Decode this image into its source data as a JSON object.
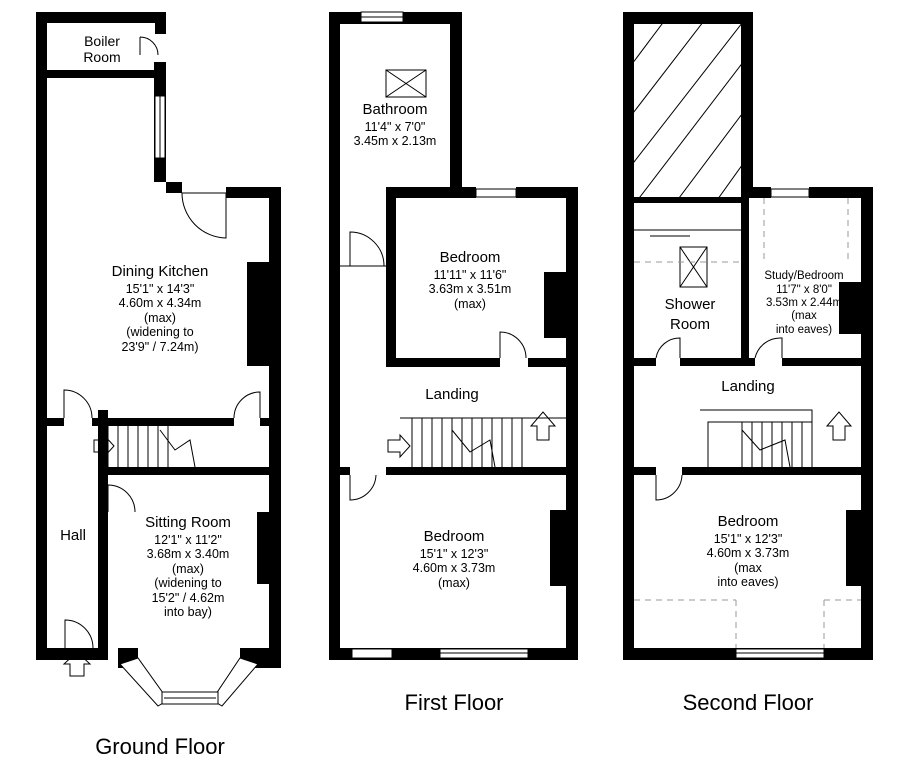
{
  "floors": {
    "ground": {
      "title": "Ground Floor",
      "rooms": {
        "boiler_room": {
          "name": "Boiler\nRoom"
        },
        "dining_kitchen": {
          "name": "Dining Kitchen",
          "details": "15'1\" x 14'3\"\n4.60m x 4.34m\n(max)\n(widening to\n23'9\" / 7.24m)"
        },
        "hall": {
          "name": "Hall"
        },
        "sitting_room": {
          "name": "Sitting Room",
          "details": "12'1\" x 11'2\"\n3.68m x 3.40m\n(max)\n(widening to\n15'2\" / 4.62m\ninto bay)"
        }
      }
    },
    "first": {
      "title": "First Floor",
      "rooms": {
        "bathroom": {
          "name": "Bathroom",
          "details": "11'4\" x 7'0\"\n3.45m x 2.13m"
        },
        "bedroom_rear": {
          "name": "Bedroom",
          "details": "11'11\" x 11'6\"\n3.63m x 3.51m\n(max)"
        },
        "landing": {
          "name": "Landing"
        },
        "bedroom_front": {
          "name": "Bedroom",
          "details": "15'1\" x 12'3\"\n4.60m x 3.73m\n(max)"
        }
      }
    },
    "second": {
      "title": "Second Floor",
      "rooms": {
        "shower_room": {
          "name": "Shower\nRoom"
        },
        "study_bedroom": {
          "name": "Study/Bedroom",
          "details": "11'7\" x 8'0\"\n3.53m x 2.44m\n(max\ninto eaves)"
        },
        "landing": {
          "name": "Landing"
        },
        "bedroom": {
          "name": "Bedroom",
          "details": "15'1\" x 12'3\"\n4.60m x 3.73m\n(max\ninto eaves)"
        }
      }
    }
  },
  "colors": {
    "wall": "#000000",
    "background": "#ffffff",
    "eaves_dash": "#999999"
  }
}
